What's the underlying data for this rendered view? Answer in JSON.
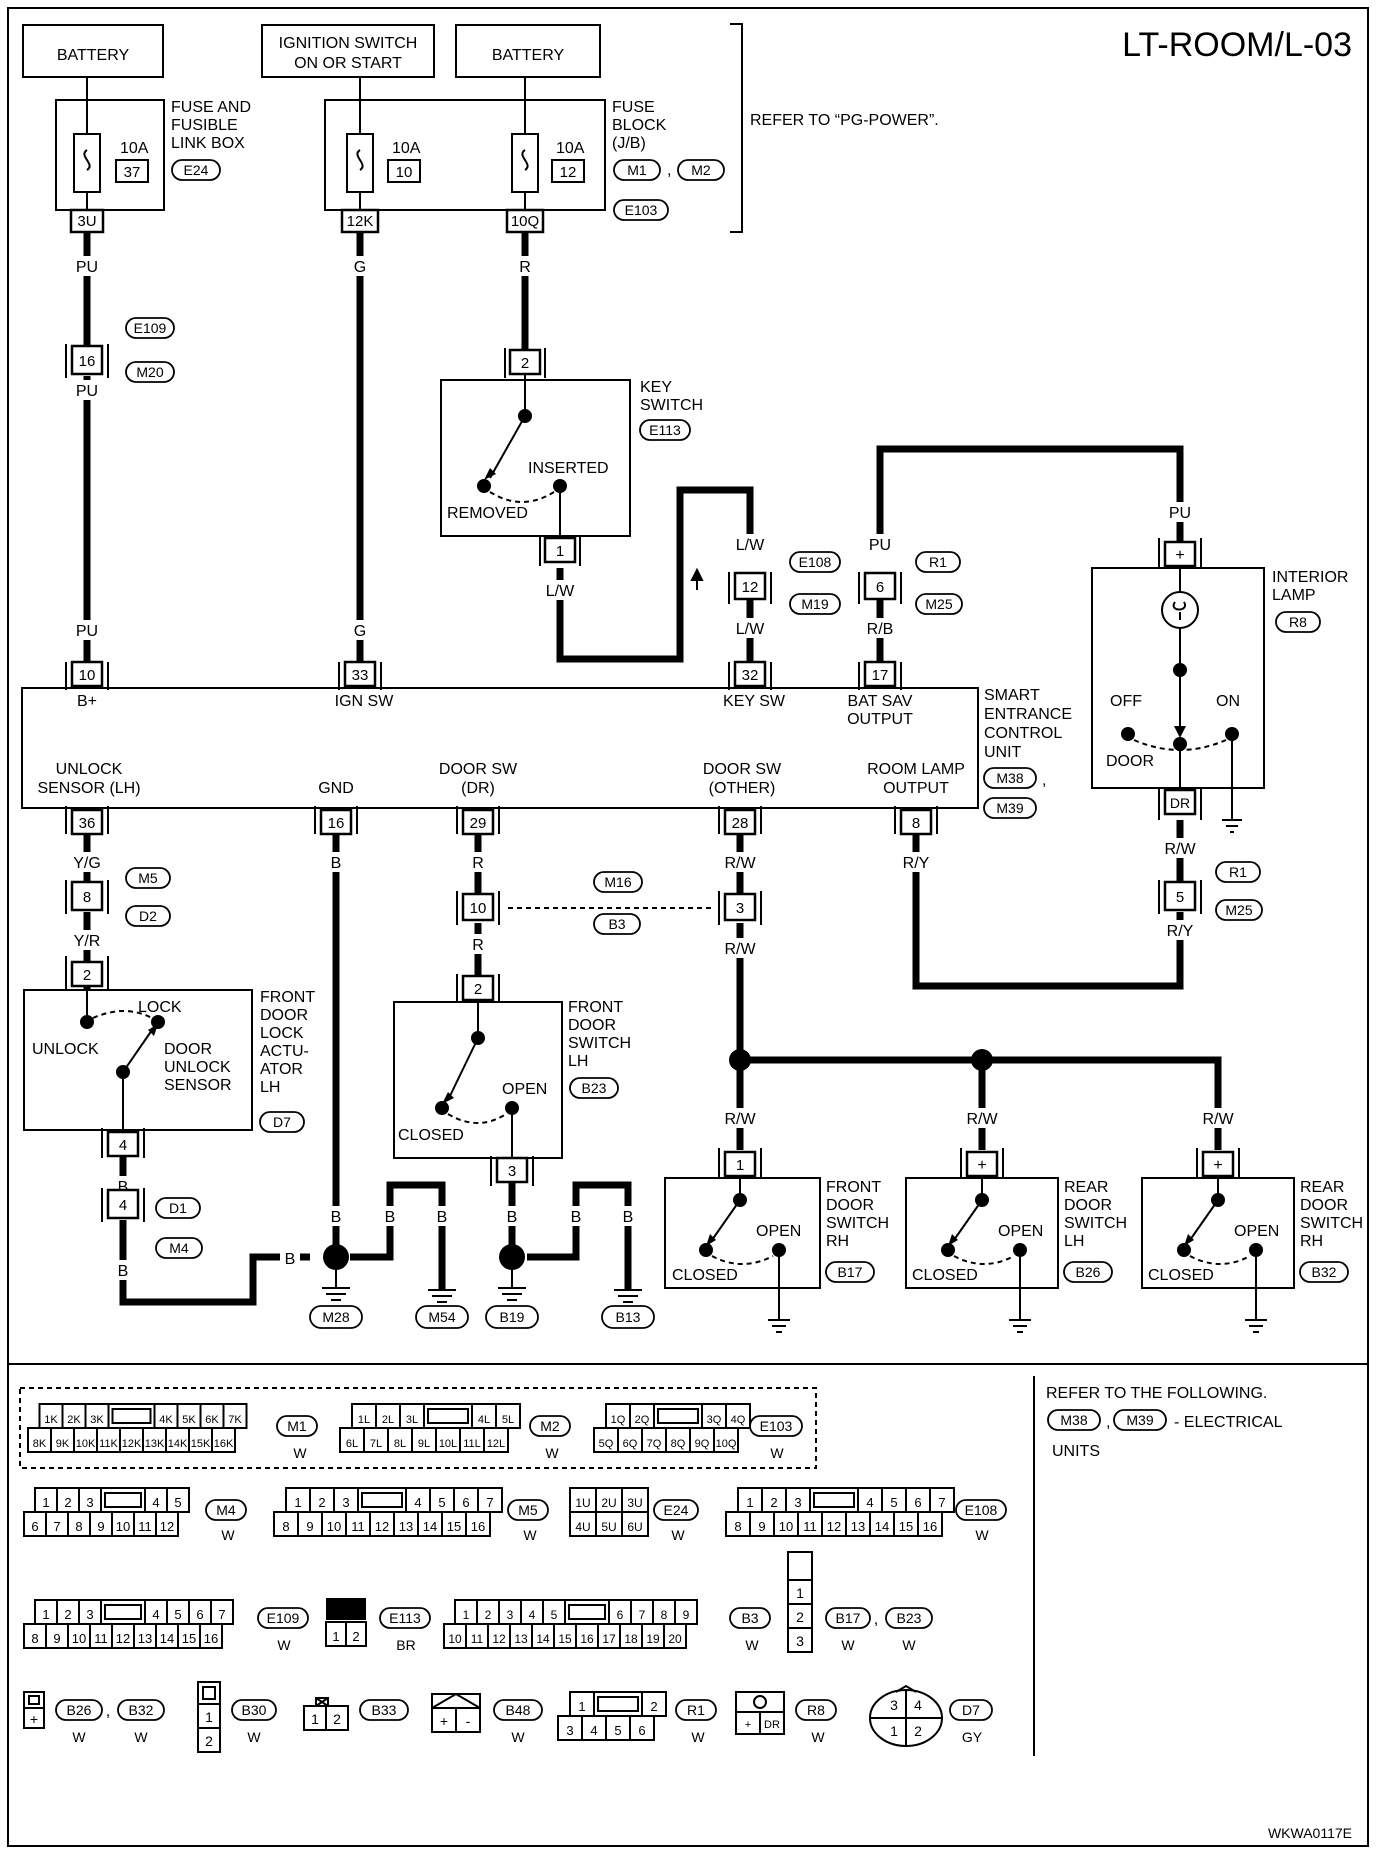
{
  "title": "LT-ROOM/L-03",
  "figure_id": "WKWA0117E",
  "power": {
    "battery1": "BATTERY",
    "battery2": "BATTERY",
    "ignition": [
      "IGNITION SWITCH",
      "ON OR START"
    ],
    "fuse_link_box": [
      "FUSE AND",
      "FUSIBLE",
      "LINK BOX"
    ],
    "fuse_block": [
      "FUSE",
      "BLOCK",
      "(J/B)"
    ],
    "refer": "REFER TO “PG-POWER”.",
    "fuse_a": "10A",
    "fuse_a_no": "37",
    "fuse_b": "10A",
    "fuse_b_no": "10",
    "fuse_c": "10A",
    "fuse_c_no": "12",
    "conn_e24": "E24",
    "conn_m1": "M1",
    "conn_m2": "M2",
    "conn_e103": "E103",
    "pin_3u": "3U",
    "pin_12k": "12K",
    "pin_10q": "10Q",
    "comma": ","
  },
  "wires": {
    "pu": "PU",
    "g": "G",
    "r": "R",
    "lw": "L/W",
    "rb": "R/B",
    "yg": "Y/G",
    "yr": "Y/R",
    "b": "B",
    "rw": "R/W",
    "ry": "R/Y"
  },
  "key_switch": {
    "label": [
      "KEY",
      "SWITCH"
    ],
    "conn": "E113",
    "inserted": "INSERTED",
    "removed": "REMOVED",
    "pin_top": "2",
    "pin_bottom": "1"
  },
  "inline": {
    "e109": "E109",
    "m20": "M20",
    "pin16": "16",
    "e108": "E108",
    "m19": "M19",
    "pin12": "12",
    "r1": "R1",
    "m25": "M25",
    "pin6": "6",
    "pin5": "5",
    "m5": "M5",
    "d2": "D2",
    "pin8": "8",
    "m16": "M16",
    "b3": "B3",
    "pin10": "10",
    "pin3": "3",
    "d1": "D1",
    "m4": "M4",
    "pin4": "4"
  },
  "secu": {
    "label": [
      "SMART",
      "ENTRANCE",
      "CONTROL",
      "UNIT"
    ],
    "conn_m38": "M38",
    "conn_m39": "M39",
    "pins_top": [
      {
        "no": "10",
        "name": "B+"
      },
      {
        "no": "33",
        "name": "IGN SW"
      },
      {
        "no": "32",
        "name": "KEY SW"
      },
      {
        "no": "17",
        "name": "BAT SAV OUTPUT"
      }
    ],
    "pins_bottom": [
      {
        "no": "36",
        "name": [
          "UNLOCK",
          "SENSOR (LH)"
        ]
      },
      {
        "no": "16",
        "name": [
          "GND"
        ]
      },
      {
        "no": "29",
        "name": [
          "DOOR SW",
          "(DR)"
        ]
      },
      {
        "no": "28",
        "name": [
          "DOOR SW",
          "(OTHER)"
        ]
      },
      {
        "no": "8",
        "name": [
          "ROOM LAMP",
          "OUTPUT"
        ]
      }
    ]
  },
  "interior_lamp": {
    "label": [
      "INTERIOR",
      "LAMP"
    ],
    "conn": "R8",
    "off": "OFF",
    "on": "ON",
    "door": "DOOR",
    "pin_plus": "+",
    "pin_dr": "DR"
  },
  "door_lock": {
    "label": [
      "FRONT",
      "DOOR",
      "LOCK",
      "ACTU-",
      "ATOR",
      "LH"
    ],
    "conn": "D7",
    "lock": "LOCK",
    "unlock": "UNLOCK",
    "sensor": [
      "DOOR",
      "UNLOCK",
      "SENSOR"
    ],
    "pin_top": "2",
    "pin_bottom": "4"
  },
  "front_door_lh": {
    "label": [
      "FRONT",
      "DOOR",
      "SWITCH",
      "LH"
    ],
    "conn": "B23",
    "open": "OPEN",
    "closed": "CLOSED",
    "pin_top": "2",
    "pin_bottom": "3"
  },
  "front_door_rh": {
    "label": [
      "FRONT",
      "DOOR",
      "SWITCH",
      "RH"
    ],
    "conn": "B17",
    "open": "OPEN",
    "closed": "CLOSED",
    "pin": "1"
  },
  "rear_door_lh": {
    "label": [
      "REAR",
      "DOOR",
      "SWITCH",
      "LH"
    ],
    "conn": "B26",
    "open": "OPEN",
    "closed": "CLOSED",
    "pin": "+"
  },
  "rear_door_rh": {
    "label": [
      "REAR",
      "DOOR",
      "SWITCH",
      "RH"
    ],
    "conn": "B32",
    "open": "OPEN",
    "closed": "CLOSED",
    "pin": "+"
  },
  "grounds": {
    "m28": "M28",
    "m54": "M54",
    "b19": "B19",
    "b13": "B13"
  },
  "refer_units": {
    "line1": "REFER TO THE FOLLOWING.",
    "conn_m38": "M38",
    "conn_m39": "M39",
    "rest": "- ELECTRICAL",
    "line3": "UNITS"
  },
  "faces": {
    "m1": {
      "name": "M1",
      "color": "W",
      "row1": [
        "1K",
        "2K",
        "3K",
        "",
        "4K",
        "5K",
        "6K",
        "7K"
      ],
      "row2": [
        "8K",
        "9K",
        "10K",
        "11K",
        "12K",
        "13K",
        "14K",
        "15K",
        "16K"
      ]
    },
    "m2": {
      "name": "M2",
      "color": "W",
      "row1": [
        "1L",
        "2L",
        "3L",
        "",
        "4L",
        "5L"
      ],
      "row2": [
        "6L",
        "7L",
        "8L",
        "9L",
        "10L",
        "11L",
        "12L"
      ]
    },
    "e103": {
      "name": "E103",
      "color": "W",
      "row1": [
        "1Q",
        "2Q",
        "",
        "3Q",
        "4Q"
      ],
      "row2": [
        "5Q",
        "6Q",
        "7Q",
        "8Q",
        "9Q",
        "10Q"
      ]
    },
    "m4": {
      "name": "M4",
      "color": "W",
      "row1": [
        "1",
        "2",
        "3",
        "",
        "4",
        "5"
      ],
      "row2": [
        "6",
        "7",
        "8",
        "9",
        "10",
        "11",
        "12"
      ]
    },
    "m5": {
      "name": "M5",
      "color": "W",
      "row1": [
        "1",
        "2",
        "3",
        "",
        "4",
        "5",
        "6",
        "7"
      ],
      "row2": [
        "8",
        "9",
        "10",
        "11",
        "12",
        "13",
        "14",
        "15",
        "16"
      ]
    },
    "e24": {
      "name": "E24",
      "color": "W",
      "row1": [
        "1U",
        "2U",
        "3U"
      ],
      "row2": [
        "4U",
        "5U",
        "6U"
      ]
    },
    "e108": {
      "name": "E108",
      "color": "W",
      "row1": [
        "1",
        "2",
        "3",
        "",
        "4",
        "5",
        "6",
        "7"
      ],
      "row2": [
        "8",
        "9",
        "10",
        "11",
        "12",
        "13",
        "14",
        "15",
        "16"
      ]
    },
    "e109": {
      "name": "E109",
      "color": "W",
      "row1": [
        "1",
        "2",
        "3",
        "",
        "4",
        "5",
        "6",
        "7"
      ],
      "row2": [
        "8",
        "9",
        "10",
        "11",
        "12",
        "13",
        "14",
        "15",
        "16"
      ]
    },
    "e113": {
      "name": "E113",
      "color": "BR",
      "row1": [
        "1",
        "2"
      ]
    },
    "b3": {
      "name": "B3",
      "color": "W",
      "row1": [
        "1",
        "2",
        "3",
        "4",
        "5",
        "",
        "6",
        "7",
        "8",
        "9"
      ],
      "row2": [
        "10",
        "11",
        "12",
        "13",
        "14",
        "15",
        "16",
        "17",
        "18",
        "19",
        "20"
      ]
    },
    "b17": {
      "name": "B17",
      "name2": "B23",
      "color": "W",
      "color2": "W",
      "col": [
        "1",
        "2",
        "3"
      ]
    },
    "b26": {
      "name": "B26",
      "name2": "B32",
      "color": "W",
      "color2": "W",
      "pin": "+"
    },
    "b30": {
      "name": "B30",
      "color": "W",
      "col": [
        "1",
        "2"
      ]
    },
    "b33": {
      "name": "B33",
      "row1": [
        "1",
        "2"
      ]
    },
    "b48": {
      "name": "B48",
      "color": "W",
      "row1": [
        "+",
        "-"
      ]
    },
    "r1": {
      "name": "R1",
      "color": "W",
      "row1": [
        "1",
        "",
        "2"
      ],
      "row2": [
        "3",
        "4",
        "5",
        "6"
      ]
    },
    "r8": {
      "name": "R8",
      "color": "W",
      "row1": [
        "+",
        "DR"
      ]
    },
    "d7": {
      "name": "D7",
      "color": "GY",
      "top": [
        "3",
        "4"
      ],
      "bottom": [
        "1",
        "2"
      ]
    }
  }
}
